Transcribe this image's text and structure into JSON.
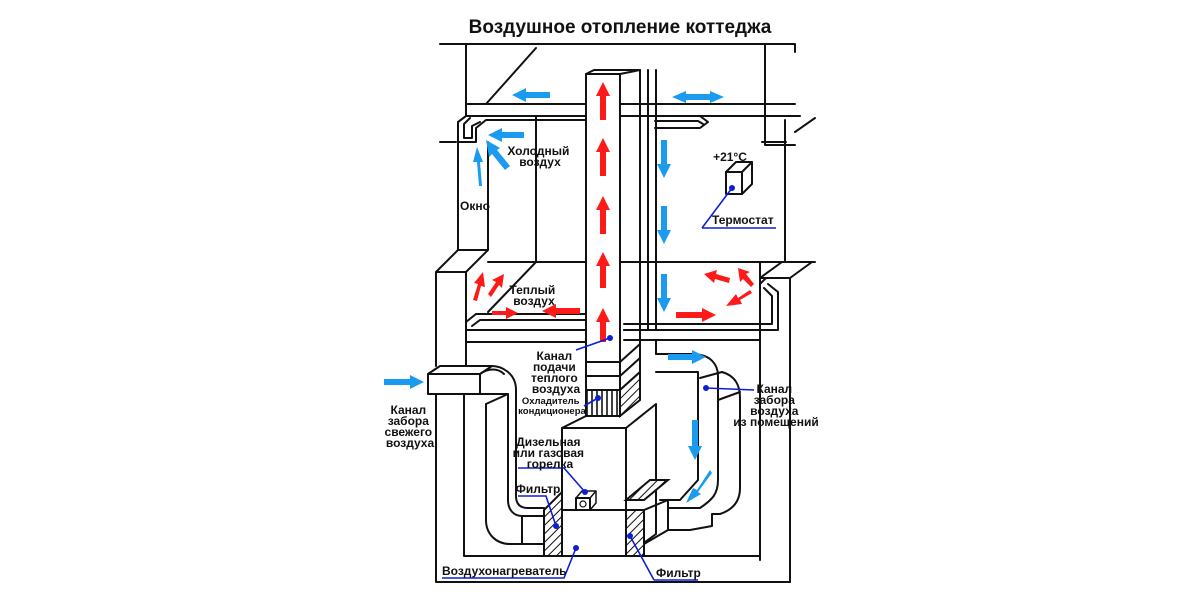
{
  "title": "Воздушное отопление коттеджа",
  "colors": {
    "warm_air": "#ff1a1a",
    "cold_air": "#1a9bf0",
    "leader": "#0b1fd6",
    "lines": "#111111"
  },
  "labels": {
    "cold_air": [
      "Холодный",
      "воздух"
    ],
    "window": "Окно",
    "thermostat": "Термостат",
    "temperature": "+21°C",
    "warm_air": [
      "Теплый",
      "воздух"
    ],
    "supply_channel": [
      "Канал",
      "подачи",
      "теплого",
      "воздуха"
    ],
    "cooler": [
      "Охладитель",
      "кондиционера"
    ],
    "return_channel": [
      "Канал",
      "забора",
      "воздуха",
      "из помещений"
    ],
    "fresh_air_channel": [
      "Канал",
      "забора",
      "свежего",
      "воздуха"
    ],
    "burner": [
      "Дизельная",
      "или газовая",
      "горелка"
    ],
    "filter_left": "Фильтр",
    "heater": "Воздухонагреватель",
    "filter_bottom": "Фильтр"
  }
}
